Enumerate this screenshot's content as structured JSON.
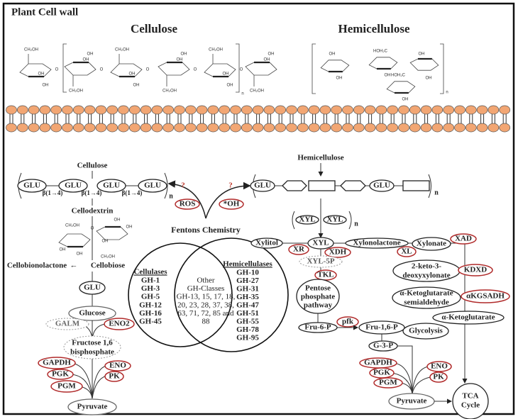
{
  "title": "Plant Cell wall",
  "headings": {
    "cellulose": "Cellulose",
    "hemicellulose": "Hemicellulose"
  },
  "colors": {
    "membrane": "#f2a673",
    "enzyme_outline": "#b02a2a",
    "question": "#c0392b"
  },
  "structure_labels": {
    "ch2oh": "CH₂OH",
    "oh": "OH",
    "o": "O",
    "n": "n",
    "hoh2c": "HOH₂C"
  },
  "cellulose_pathway": {
    "title": "Cellulose",
    "glu": "GLU",
    "bond": "β(1→4)",
    "n": "n",
    "cellodextrin": "Cellodextrin",
    "cellobionolactone": "Cellobionolactone",
    "arrow": "←",
    "cellobiose": "Cellobiose",
    "glucose": "Glucose",
    "galm": "GALM",
    "eno2": "ENO2",
    "fructose_line1": "Fructose 1,6",
    "fructose_line2": "bisphosphate",
    "enzymes": {
      "gapdh": "GAPDH",
      "eno": "ENO",
      "pgk": "PGK",
      "pk": "PK",
      "pgm": "PGM"
    },
    "pyruvate": "Pyruvate"
  },
  "fenton": {
    "ros": "ROS",
    "oh": "*OH",
    "question": "?",
    "label": "Fentons Chemistry"
  },
  "venn": {
    "cellulases": {
      "title": "Cellulases",
      "items": [
        "GH-1",
        "GH-3",
        "GH-5",
        "GH-12",
        "GH-16",
        "GH-45"
      ]
    },
    "other": {
      "lines": [
        "Other",
        "GH-Classes",
        "GH-13, 15, 17, 18,",
        "20, 23, 28, 37, 38,",
        "63, 71, 72, 85 and",
        "88"
      ]
    },
    "hemicellulases": {
      "title": "Hemicellulases",
      "items": [
        "GH-10",
        "GH-27",
        "GH-31",
        "GH-35",
        "GH-47",
        "GH-51",
        "GH-55",
        "GH-78",
        "GH-95"
      ]
    }
  },
  "hemicellulose_pathway": {
    "title": "Hemicellulose",
    "glu": "GLU",
    "n": "n",
    "xyl": "XYL",
    "xylitol": "Xylitol",
    "xylonolactone": "Xylonolactone",
    "xylonate": "Xylonate",
    "xad": "XAD",
    "xr": "XR",
    "xdh": "XDH",
    "xl": "XL",
    "xyl5p": "XYL-5P",
    "tkl": "TKL",
    "kdxd": "KDXD",
    "akgsadh": "αKGSADH",
    "keto_line1": "2-keto-3-",
    "keto_line2": "deoxyxylonate",
    "akgs_line1": "α-Ketoglutarate",
    "akgs_line2": "semialdehyde",
    "akg": "α-Ketoglutarate",
    "ppp_line1": "Pentose",
    "ppp_line2": "phosphate",
    "ppp_line3": "pathway",
    "fru6p": "Fru-6-P",
    "pfk": "pfk",
    "fru16p": "Fru-1,6-P",
    "glycolysis": "Glycolysis",
    "g3p": "G-3-P",
    "enzymes": {
      "gapdh": "GAPDH",
      "eno": "ENO",
      "pgk": "PGK",
      "pk": "PK",
      "pgm": "PGM"
    },
    "pyruvate": "Pyruvate",
    "tca_line1": "TCA",
    "tca_line2": "Cycle"
  }
}
